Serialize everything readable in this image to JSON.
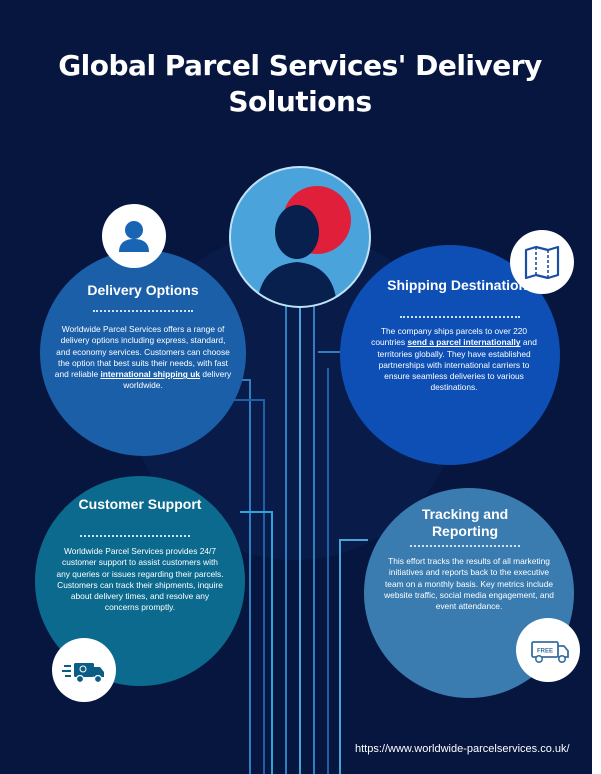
{
  "title": "Global Parcel Services' Delivery Solutions",
  "delivery": {
    "heading": "Delivery Options",
    "text_before": "Worldwide Parcel Services offers a range of delivery options including express, standard, and economy services. Customers can choose the option that best suits their needs, with fast and reliable ",
    "link": "international shipping uk",
    "text_after": " delivery worldwide."
  },
  "shipping": {
    "heading": "Shipping Destinations",
    "text_before": "The company ships parcels to over 220 countries ",
    "link": "send a parcel internationally",
    "text_after": " and territories globally. They have established partnerships with international carriers to ensure seamless deliveries to various destinations."
  },
  "support": {
    "heading": "Customer Support",
    "text": "Worldwide Parcel Services provides 24/7 customer support to assist customers with any queries or issues regarding their parcels. Customers can track their shipments, inquire about delivery times, and resolve any concerns promptly."
  },
  "tracking": {
    "heading": "Tracking and Reporting",
    "text": "This effort tracks the results of all marketing initiatives and reports back to the executive team on a monthly basis. Key metrics include website traffic, social media engagement, and event attendance."
  },
  "van_label": "FREE",
  "url": "https://www.worldwide-parcelservices.co.uk/",
  "icons": {
    "user": "user-icon",
    "center": "person-silhouette-icon",
    "map": "map-icon",
    "truck": "fast-truck-icon",
    "van": "delivery-van-icon"
  },
  "colors": {
    "background": "#06163f",
    "delivery_circle": "#1b5fa8",
    "shipping_circle": "#0d4fb5",
    "support_circle": "#0b6a8e",
    "tracking_circle": "#3a7bb0",
    "center_circle": "#4aa3db",
    "accent_red": "#e0203a"
  }
}
